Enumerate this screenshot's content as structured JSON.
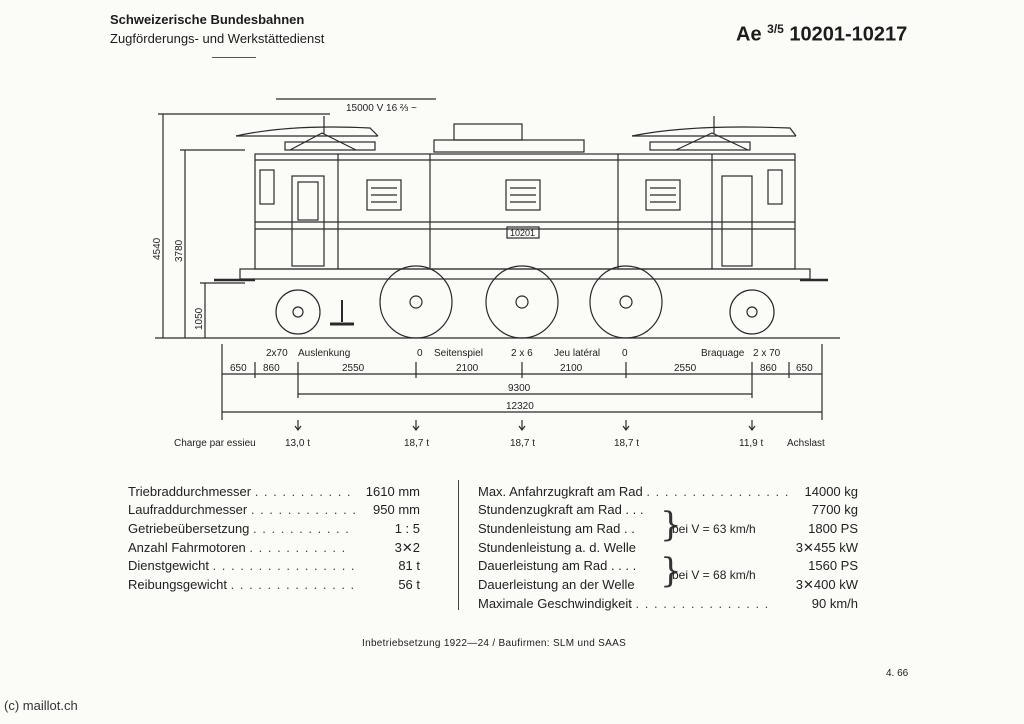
{
  "header": {
    "org": "Schweizerische Bundesbahnen",
    "dept": "Zugförderungs- und Werkstättedienst",
    "class_prefix": "Ae",
    "class_fraction": "3/5",
    "class_numbers": "10201-10217"
  },
  "drawing": {
    "voltage": "15000 V  16 ⅔ ~",
    "loco_number": "10201",
    "heights": [
      "4540",
      "3780",
      "1050"
    ],
    "row1_labels": {
      "left_play": "2x70",
      "auslenkung": "Auslenkung",
      "zero_left": "0",
      "seitenspiel": "Seitenspiel",
      "center_play": "2 x 6",
      "jeu_lateral": "Jeu latéral",
      "zero_right": "0",
      "braquage": "Braquage",
      "right_play": "2 x 70"
    },
    "row2_dims": [
      "650",
      "860",
      "2550",
      "2100",
      "2100",
      "2550",
      "860",
      "650"
    ],
    "wheelbase_total": "9300",
    "overall_length": "12320",
    "axle_loads": [
      "13,0 t",
      "18,7 t",
      "18,7 t",
      "18,7 t",
      "11,9 t"
    ],
    "charge_label": "Charge par essieu",
    "achslast_label": "Achslast"
  },
  "specs_left": [
    {
      "label": "Triebraddurchmesser",
      "value": "1610 mm"
    },
    {
      "label": "Laufraddurchmesser",
      "value": "950 mm"
    },
    {
      "label": "Getriebeübersetzung",
      "value": "1 : 5"
    },
    {
      "label": "Anzahl Fahrmotoren",
      "value": "3✕2"
    },
    {
      "label": "Dienstgewicht",
      "value": "81 t"
    },
    {
      "label": "Reibungsgewicht",
      "value": "56 t"
    }
  ],
  "specs_right": [
    {
      "label": "Max. Anfahrzugkraft am Rad",
      "value": "14000 kg"
    },
    {
      "label": "Stundenzugkraft am Rad . . .",
      "value": "7700 kg"
    },
    {
      "label": "Stundenleistung am Rad . .",
      "value": "1800 PS"
    },
    {
      "label": "Stundenleistung a. d. Welle",
      "value": "3✕455 kW"
    },
    {
      "label": "Dauerleistung am Rad . . . .",
      "value": "1560 PS"
    },
    {
      "label": "Dauerleistung an der Welle",
      "value": "3✕400 kW"
    },
    {
      "label": "Maximale Geschwindigkeit",
      "value": "90 km/h"
    }
  ],
  "speed_notes": {
    "hourly": "bei V = 63 km/h",
    "continuous": "bei V = 68 km/h"
  },
  "footer": {
    "commissioning": "Inbetriebsetzung 1922—24 / Baufirmen: SLM und SAAS",
    "page_ref": "4. 66",
    "copyright": "(c) maillot.ch"
  }
}
